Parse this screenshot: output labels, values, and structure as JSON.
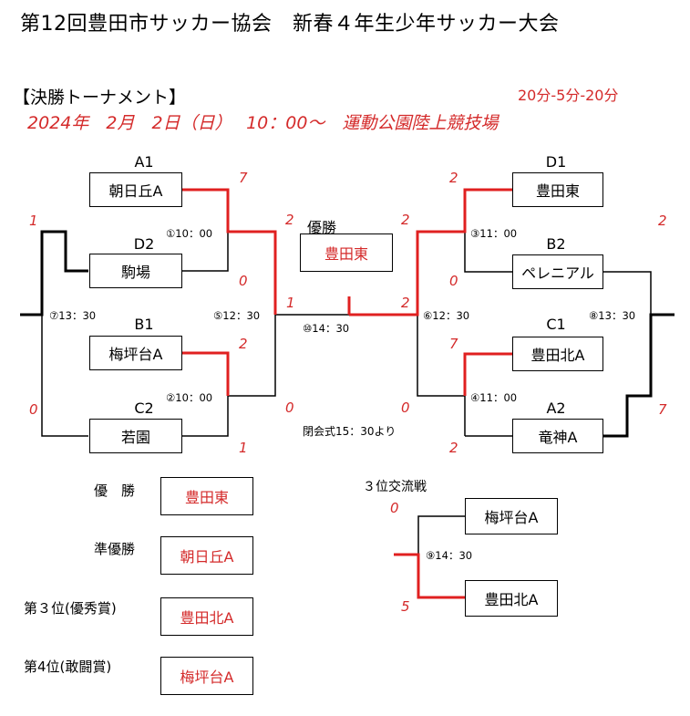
{
  "title": "第12回豊田市サッカー協会　新春４年生少年サッカー大会",
  "section": "【決勝トーナメント】",
  "format": "20分-5分-20分",
  "dateline": "2024年　2月　2日（日）　 10：00～　運動公園陸上競技場",
  "champion_label": "優勝",
  "champion_team": "豊田東",
  "teams": {
    "a1": {
      "seed": "A1",
      "name": "朝日丘A"
    },
    "d2": {
      "seed": "D2",
      "name": "駒場"
    },
    "b1": {
      "seed": "B1",
      "name": "梅坪台A"
    },
    "c2": {
      "seed": "C2",
      "name": "若園"
    },
    "d1": {
      "seed": "D1",
      "name": "豊田東"
    },
    "b2": {
      "seed": "B2",
      "name": "ペレニアル"
    },
    "c1": {
      "seed": "C1",
      "name": "豊田北A"
    },
    "a2": {
      "seed": "A2",
      "name": "竜神A"
    }
  },
  "matches": {
    "m1": "①10：00",
    "m2": "②10：00",
    "m3": "③11：00",
    "m4": "④11：00",
    "m5": "⑤12：30",
    "m6": "⑥12：30",
    "m7": "⑦13：30",
    "m8": "⑧13：30",
    "m9": "⑨14：30",
    "m10": "⑩14：30"
  },
  "closing": "閉会式15：30より",
  "scores": {
    "a1": "7",
    "d2": "0",
    "b1": "2",
    "c2": "1",
    "sf_left_top": "2",
    "sf_left_bottom": "0",
    "final_left": "1",
    "final_right": "2",
    "d1": "2",
    "b2": "0",
    "c1": "7",
    "a2": "2",
    "sf_right_top": "2",
    "sf_right_bottom": "0",
    "m7_top": "1",
    "m7_bottom": "0",
    "m8_top": "2",
    "m8_bottom": "7",
    "third_top": "0",
    "third_bottom": "5"
  },
  "third_place": {
    "title": "３位交流戦",
    "top": "梅坪台A",
    "bottom": "豊田北A"
  },
  "results": [
    {
      "label": "優　勝",
      "team": "豊田東"
    },
    {
      "label": "準優勝",
      "team": "朝日丘A"
    },
    {
      "label": "第３位(優秀賞)",
      "team": "豊田北A"
    },
    {
      "label": "第4位(敢闘賞)",
      "team": "梅坪台A"
    }
  ],
  "colors": {
    "winner_line": "#e02020",
    "text_red": "#d42a2a",
    "line": "#000000"
  }
}
